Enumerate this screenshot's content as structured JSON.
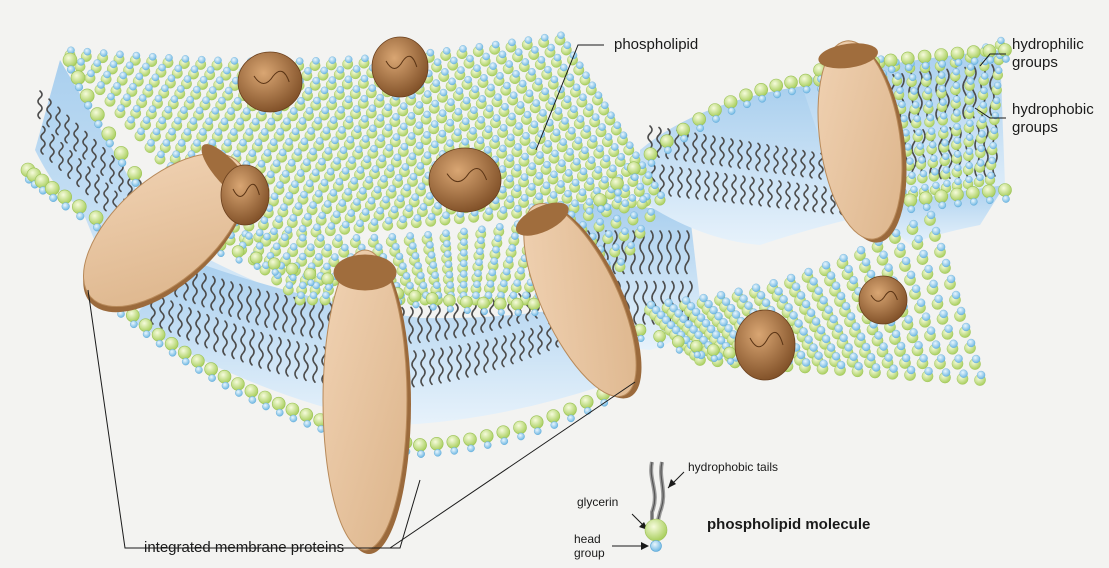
{
  "labels": {
    "phospholipid": "phospholipid",
    "hydrophilic": "hydrophilic\ngroups",
    "hydrophobic": "hydrophobic\ngroups",
    "integrated_proteins": "integrated membrane proteins",
    "hydrophobic_tails": "hydrophobic tails",
    "glycerin": "glycerin",
    "head_group": "head\ngroup",
    "molecule_title": "phospholipid molecule"
  },
  "colors": {
    "glycerin_bead": "#d6e89a",
    "head_bead": "#a9d6f0",
    "membrane_core": "#cfe4f6",
    "protein": "#e6c4a0",
    "protein_dark": "#8a5a2e",
    "tail": "#555555",
    "background": "#f3f3f1"
  }
}
